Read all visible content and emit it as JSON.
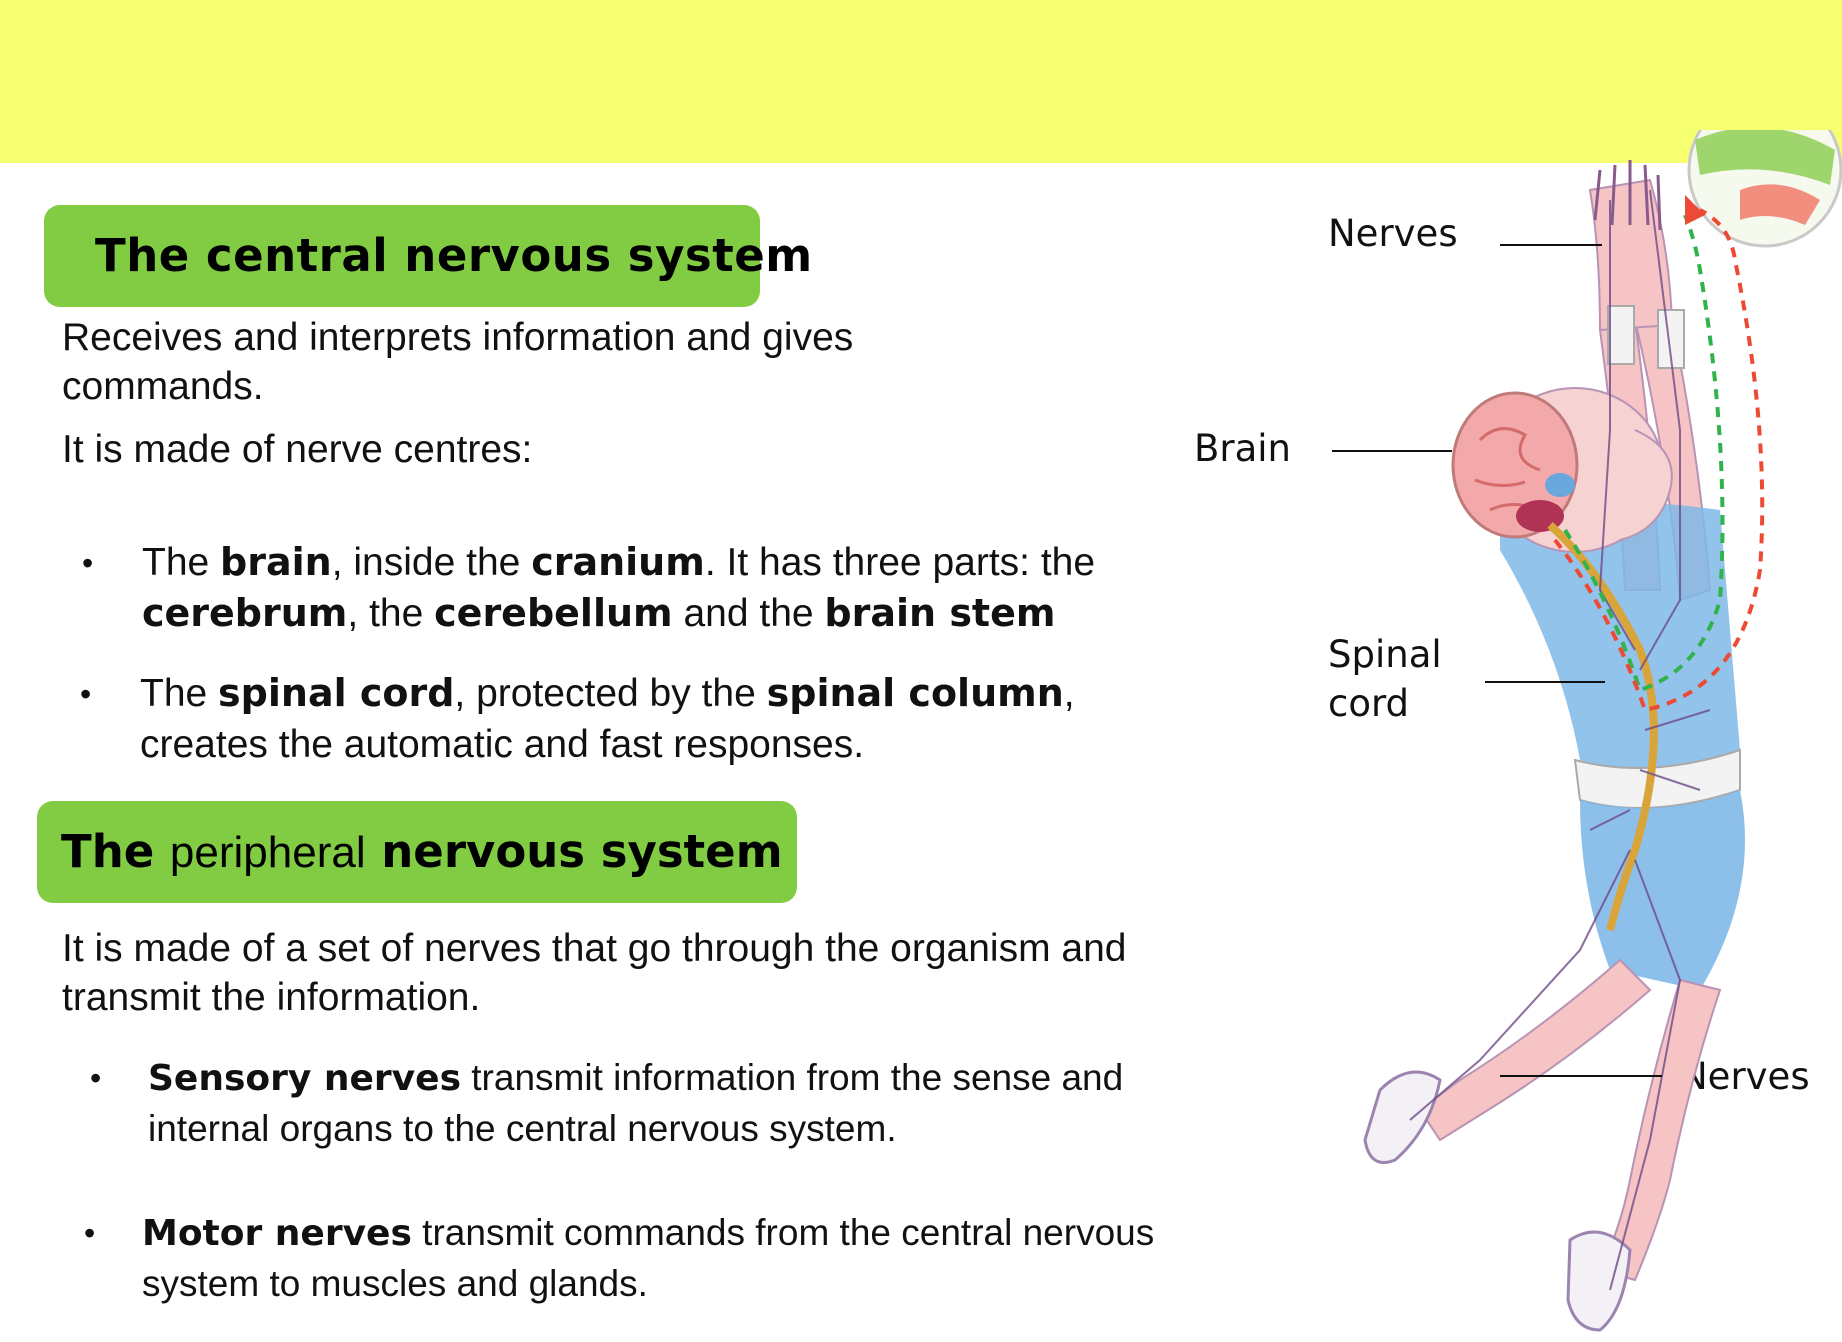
{
  "colors": {
    "band": "#f6ff70",
    "heading_bg": "#82cc44"
  },
  "central": {
    "heading": "The central nervous system",
    "line1": "Receives and interprets information and gives",
    "line2": "commands.",
    "line3": "It is made of nerve centres:",
    "bullet1": {
      "a": "The ",
      "b": "brain",
      "c": ", inside the ",
      "d": "cranium",
      "e": ". It has three parts: the",
      "f": "cerebrum",
      "g": ", the ",
      "h": "cerebellum",
      "i": " and the ",
      "j": "brain stem"
    },
    "bullet2": {
      "a": "The ",
      "b": "spinal cord",
      "c": ", protected by the ",
      "d": "spinal column",
      "e": ",",
      "f": "creates the automatic and fast responses."
    }
  },
  "peripheral": {
    "heading_a": "The ",
    "heading_b": "peripheral",
    "heading_c": " nervous system",
    "line1": "It is made of a set of nerves that go through the organism and",
    "line2": "transmit the information.",
    "bullet1": {
      "a": "Sensory nerves",
      "b": " transmit information from the sense and",
      "c": "internal organs to the central nervous system."
    },
    "bullet2": {
      "a": "Motor nerves",
      "b": " transmit commands from the central nervous",
      "c": "system to muscles and glands."
    }
  },
  "diagram": {
    "label_nerves_top": "Nerves",
    "label_brain": "Brain",
    "label_spinal_1": "Spinal",
    "label_spinal_2": "cord",
    "label_nerves_bottom": "Nerves"
  }
}
